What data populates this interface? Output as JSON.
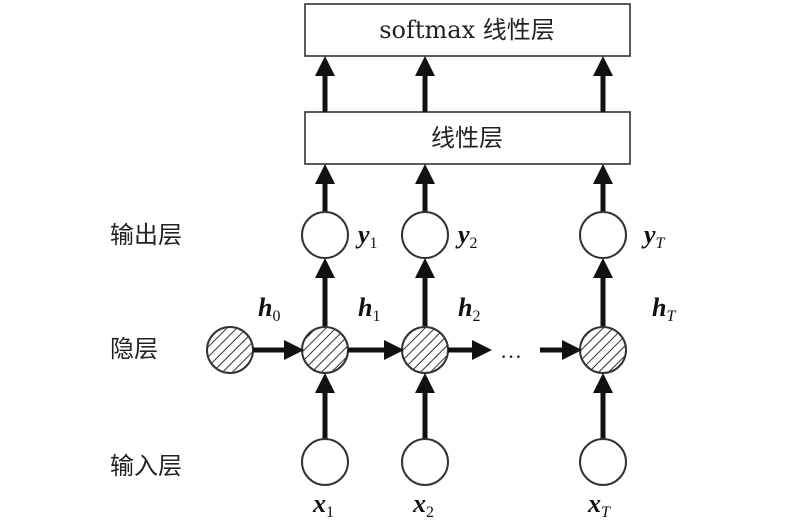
{
  "boxes": {
    "softmax_label": "softmax 线性层",
    "linear_label": "线性层"
  },
  "layers": {
    "output": "输出层",
    "hidden": "隐层",
    "input": "输入层"
  },
  "outputs": [
    {
      "var": "y",
      "sub": "1"
    },
    {
      "var": "y",
      "sub": "2"
    },
    {
      "var": "y",
      "sub": "T"
    }
  ],
  "hiddens": [
    {
      "var": "h",
      "sub": "0"
    },
    {
      "var": "h",
      "sub": "1"
    },
    {
      "var": "h",
      "sub": "2"
    },
    {
      "var": "h",
      "sub": "T"
    }
  ],
  "inputs": [
    {
      "var": "x",
      "sub": "1"
    },
    {
      "var": "x",
      "sub": "2"
    },
    {
      "var": "x",
      "sub": "T"
    }
  ],
  "ellipsis": "…"
}
